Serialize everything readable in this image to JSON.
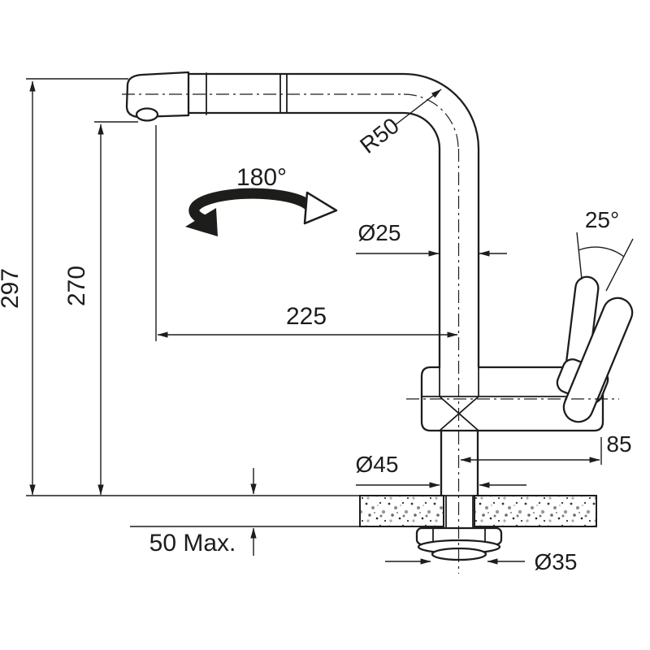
{
  "figure": {
    "type": "technical-dimension-drawing",
    "subject": "Kitchen mixer tap with pull-out spout, side elevation with installation dimensions"
  },
  "colors": {
    "ink": "#1d1d1b",
    "background": "#ffffff"
  },
  "dimensions": {
    "overall_height": "297",
    "spout_height": "270",
    "spout_reach": "225",
    "pipe_diameter": "Ø25",
    "bend_radius": "R50",
    "swivel_angle": "180°",
    "handle_angle": "25°",
    "handle_offset": "85",
    "base_diameter": "Ø45",
    "counter_thickness": "50 Max.",
    "thread_diameter": "Ø35"
  }
}
